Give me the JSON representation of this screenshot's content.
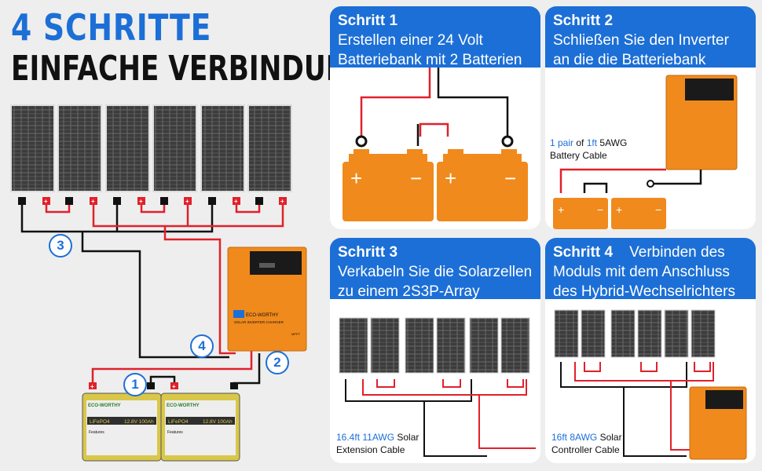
{
  "header": {
    "title_line1": "4 SCHRITTE",
    "title_line2": "EINFACHE VERBINDUNG"
  },
  "left_diagram": {
    "badges": [
      "3",
      "4",
      "1",
      "2"
    ],
    "inverter_brand": "ECO-WORTHY",
    "inverter_label": "SOLAR INVERTER CHARGER",
    "inverter_mppt": "MPPT",
    "battery_brand": "ECO-WORTHY",
    "battery_chem": "LiFePO4",
    "battery_rating": "12.8V 100Ah",
    "battery_features": "Features"
  },
  "steps": [
    {
      "label": "Schritt 1",
      "text_line1": "Erstellen einer 24 Volt",
      "text_line2": "Batteriebank mit 2 Batterien"
    },
    {
      "label": "Schritt 2",
      "text_line1": "Schließen Sie den Inverter",
      "text_line2": "an die die Batteriebank",
      "cap_a": "1 pair",
      "cap_b": " of ",
      "cap_c": "1ft",
      "cap_d": " 5AWG",
      "cap_line2": "Battery Cable"
    },
    {
      "label": "Schritt 3",
      "text_line1": "Verkabeln Sie die Solarzellen",
      "text_line2": "zu einem 2S3P-Array",
      "cap_a": "16.4ft 11AWG",
      "cap_b": " Solar",
      "cap_line2": "Extension Cable"
    },
    {
      "label": "Schritt 4",
      "label_extra": "Verbinden des",
      "text_line1": "Moduls mit dem Anschluss",
      "text_line2": "des Hybrid-Wechselrichters",
      "cap_a": "16ft 8AWG",
      "cap_b": " Solar",
      "cap_line2": "Controller Cable"
    }
  ],
  "colors": {
    "accent": "#1c6fd6",
    "orange": "#f08a1c",
    "red": "#e0212b",
    "panel": "#5a5a5a"
  },
  "icons": [
    "solar-panel-icon",
    "battery-icon",
    "inverter-icon",
    "connector-icon"
  ]
}
